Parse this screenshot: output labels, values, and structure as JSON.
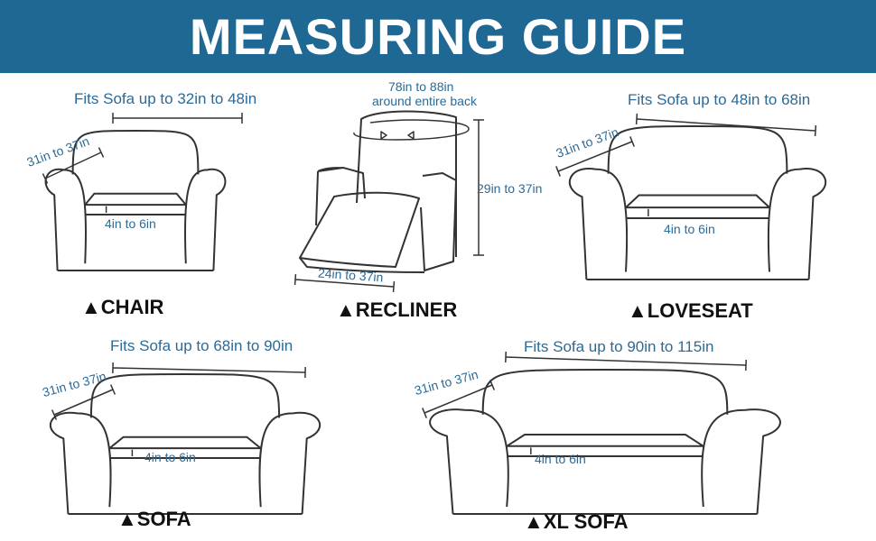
{
  "title": "MEASURING GUIDE",
  "accent": "#1f6894",
  "items": [
    {
      "name": "▲CHAIR",
      "width": "Fits Sofa up to 32in to 48in",
      "depth": "31in to 37in",
      "seat": "4in to 6in"
    },
    {
      "name": "▲RECLINER",
      "around": "78in to 88in",
      "around2": "around entire back",
      "height": "29in to 37in",
      "width": "24in to 37in"
    },
    {
      "name": "▲LOVESEAT",
      "width": "Fits Sofa up to 48in to 68in",
      "depth": "31in to 37in",
      "seat": "4in to 6in"
    },
    {
      "name": "▲SOFA",
      "width": "Fits Sofa up to 68in to 90in",
      "depth": "31in to 37in",
      "seat": "4in to 6in"
    },
    {
      "name": "▲XL SOFA",
      "width": "Fits Sofa up to 90in to 115in",
      "depth": "31in to 37in",
      "seat": "4in to 6in"
    }
  ]
}
